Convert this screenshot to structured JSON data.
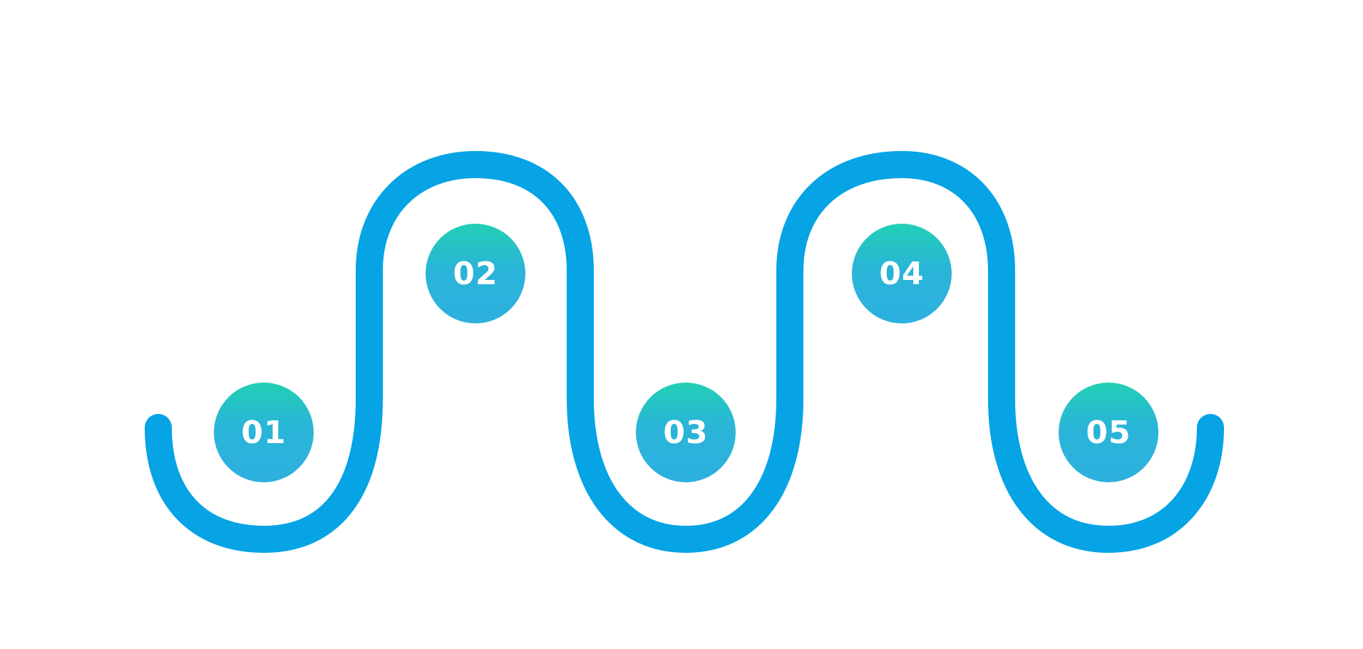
{
  "colors": {
    "path": "#06a3e5",
    "circle_top": "#22cfb4",
    "circle_bottom": "#2db0df",
    "text": "#ffffff"
  },
  "steps": [
    {
      "label": "01"
    },
    {
      "label": "02"
    },
    {
      "label": "03"
    },
    {
      "label": "04"
    },
    {
      "label": "05"
    }
  ]
}
